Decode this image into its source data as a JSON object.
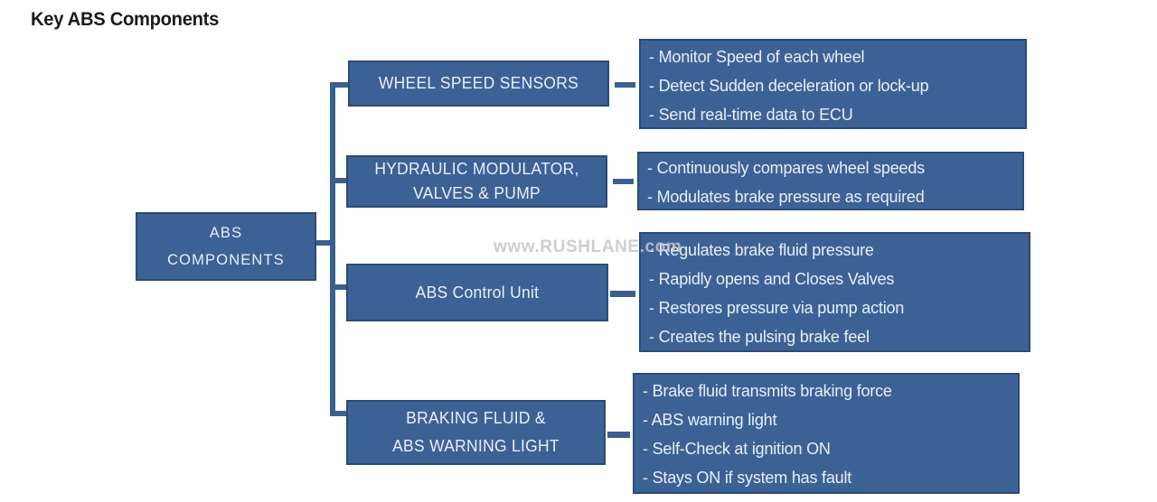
{
  "page": {
    "title": "Key ABS Components",
    "watermark": "www.RUSHLANE.com"
  },
  "colors": {
    "box_fill": "#3C6295",
    "box_border": "#2B4B73",
    "box_text": "#E9EFF8",
    "connector": "#3A6090",
    "title_text": "#1A1A1A",
    "watermark": "#C6C6CA"
  },
  "diagram": {
    "root": {
      "lines": [
        "ABS",
        "COMPONENTS"
      ]
    },
    "branches": [
      {
        "label_lines": [
          "WHEEL SPEED SENSORS"
        ],
        "details": [
          "- Monitor Speed of each wheel",
          "- Detect Sudden deceleration or lock-up",
          "- Send real-time data to ECU"
        ]
      },
      {
        "label_lines": [
          "HYDRAULIC MODULATOR,",
          "VALVES & PUMP"
        ],
        "details": [
          "- Continuously compares wheel speeds",
          "- Modulates brake pressure as required"
        ]
      },
      {
        "label_lines": [
          "ABS Control Unit"
        ],
        "details": [
          "- Regulates brake fluid pressure",
          "- Rapidly opens and Closes Valves",
          "- Restores pressure via pump action",
          "- Creates the pulsing brake feel"
        ]
      },
      {
        "label_lines": [
          "BRAKING FLUID &",
          "ABS WARNING LIGHT"
        ],
        "details": [
          "- Brake fluid transmits braking force",
          "- ABS warning light",
          "- Self-Check at ignition ON",
          "- Stays ON if system has fault"
        ]
      }
    ]
  }
}
